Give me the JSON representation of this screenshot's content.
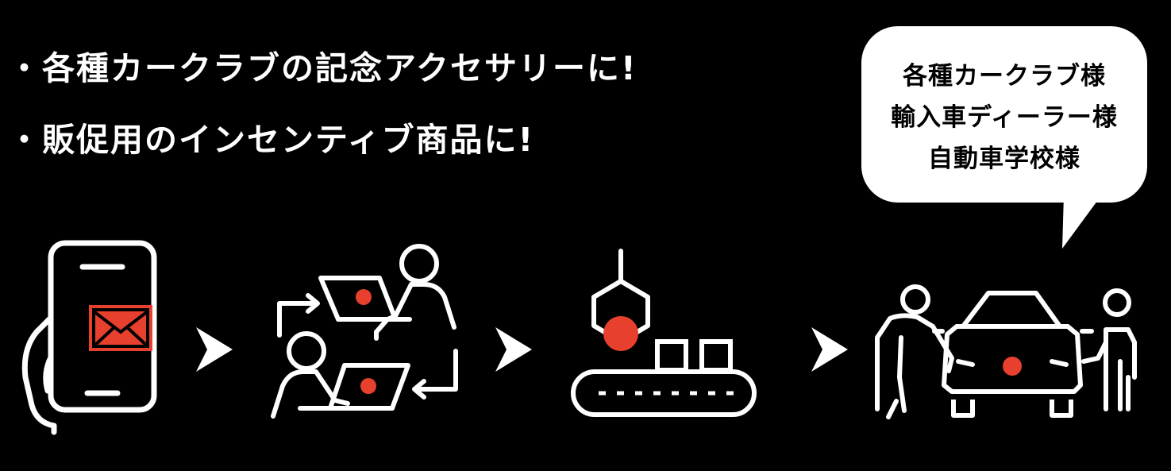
{
  "bullets": [
    "・各種カークラブの記念アクセサリーに!",
    "・販促用のインセンティブ商品に!"
  ],
  "bubble": {
    "lines": [
      "各種カークラブ様",
      "輸入車ディーラー様",
      "自動車学校様"
    ]
  },
  "flow": {
    "steps": [
      "smartphone-mail-icon",
      "design-exchange-icon",
      "manufacturing-icon",
      "car-delivery-icon"
    ],
    "separator_icon": "chevron-right-icon"
  },
  "colors": {
    "background": "#000000",
    "foreground": "#ffffff",
    "accent": "#e8402e"
  }
}
